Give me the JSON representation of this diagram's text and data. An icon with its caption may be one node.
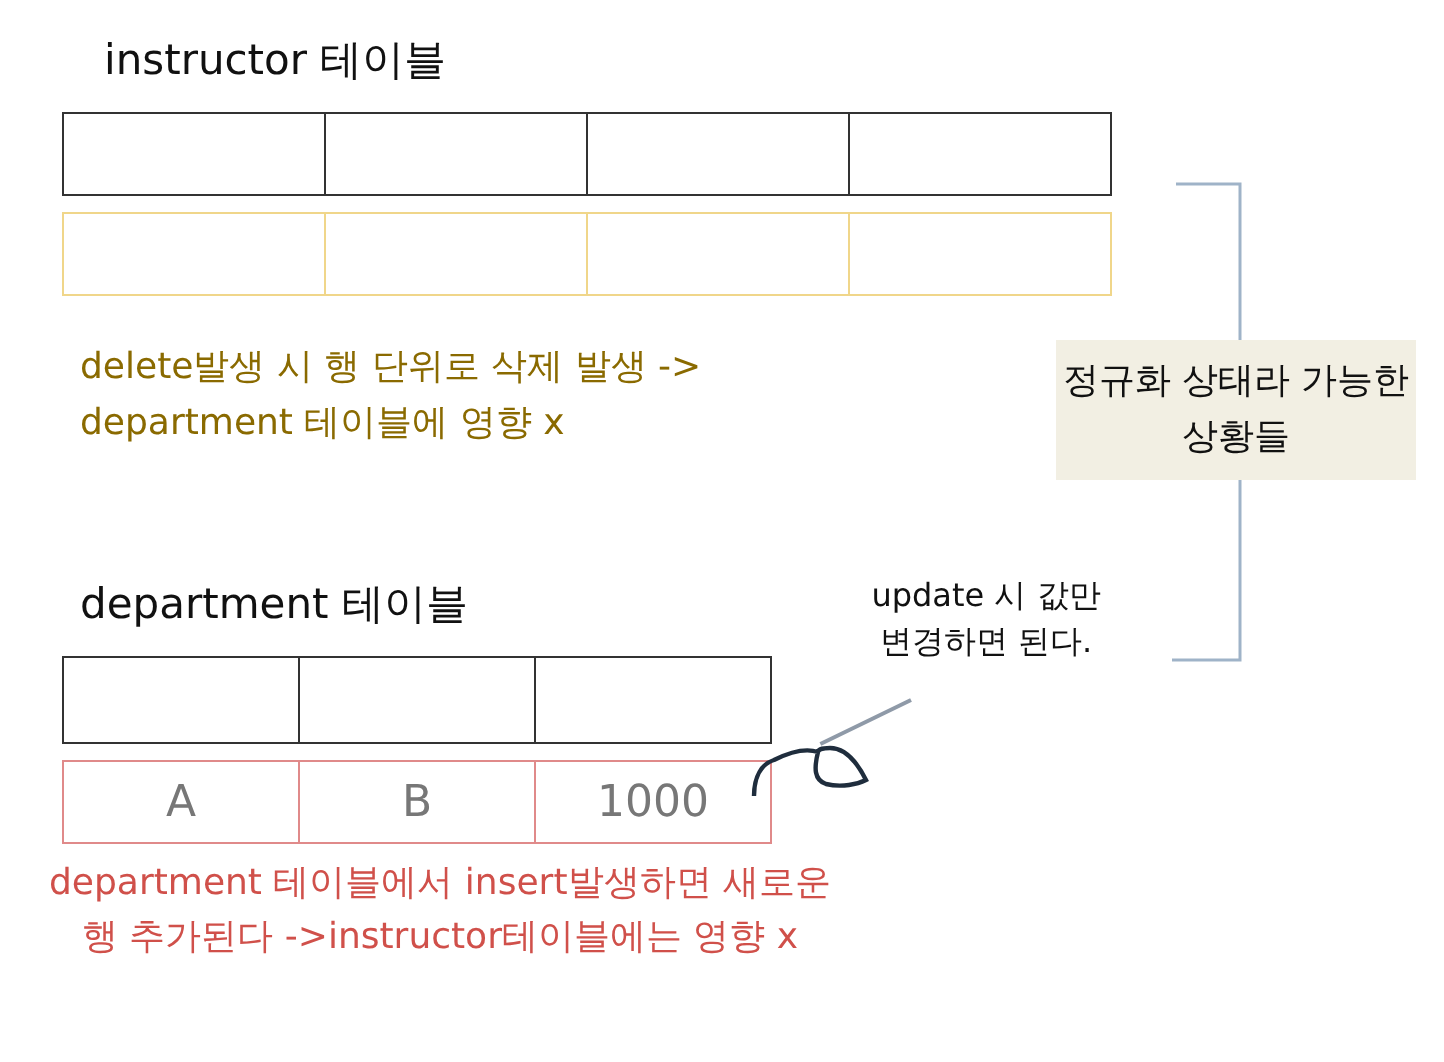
{
  "diagram": {
    "nodes": [
      {
        "text": [
          "정규화 상태라 가능한 상황들"
        ]
      },
      {
        "text": [
          "update 시 값만 변경하면 된다."
        ]
      },
      {
        "text": [],
        "shape": "picture"
      }
    ],
    "edges": [
      {
        "from": 1,
        "to": 2,
        "arrow": "none",
        "color": "#8f9aa8"
      }
    ],
    "labels": [
      "instructor 테이블",
      "delete발생 시 행 단위로 삭제 발생 -> department 테이블에 영향 x",
      "department 테이블",
      "A",
      "B",
      "1000",
      "department 테이블에서 insert발생하면 새로운 행 추가된다 ->instructor테이블에는 영향 x"
    ]
  }
}
